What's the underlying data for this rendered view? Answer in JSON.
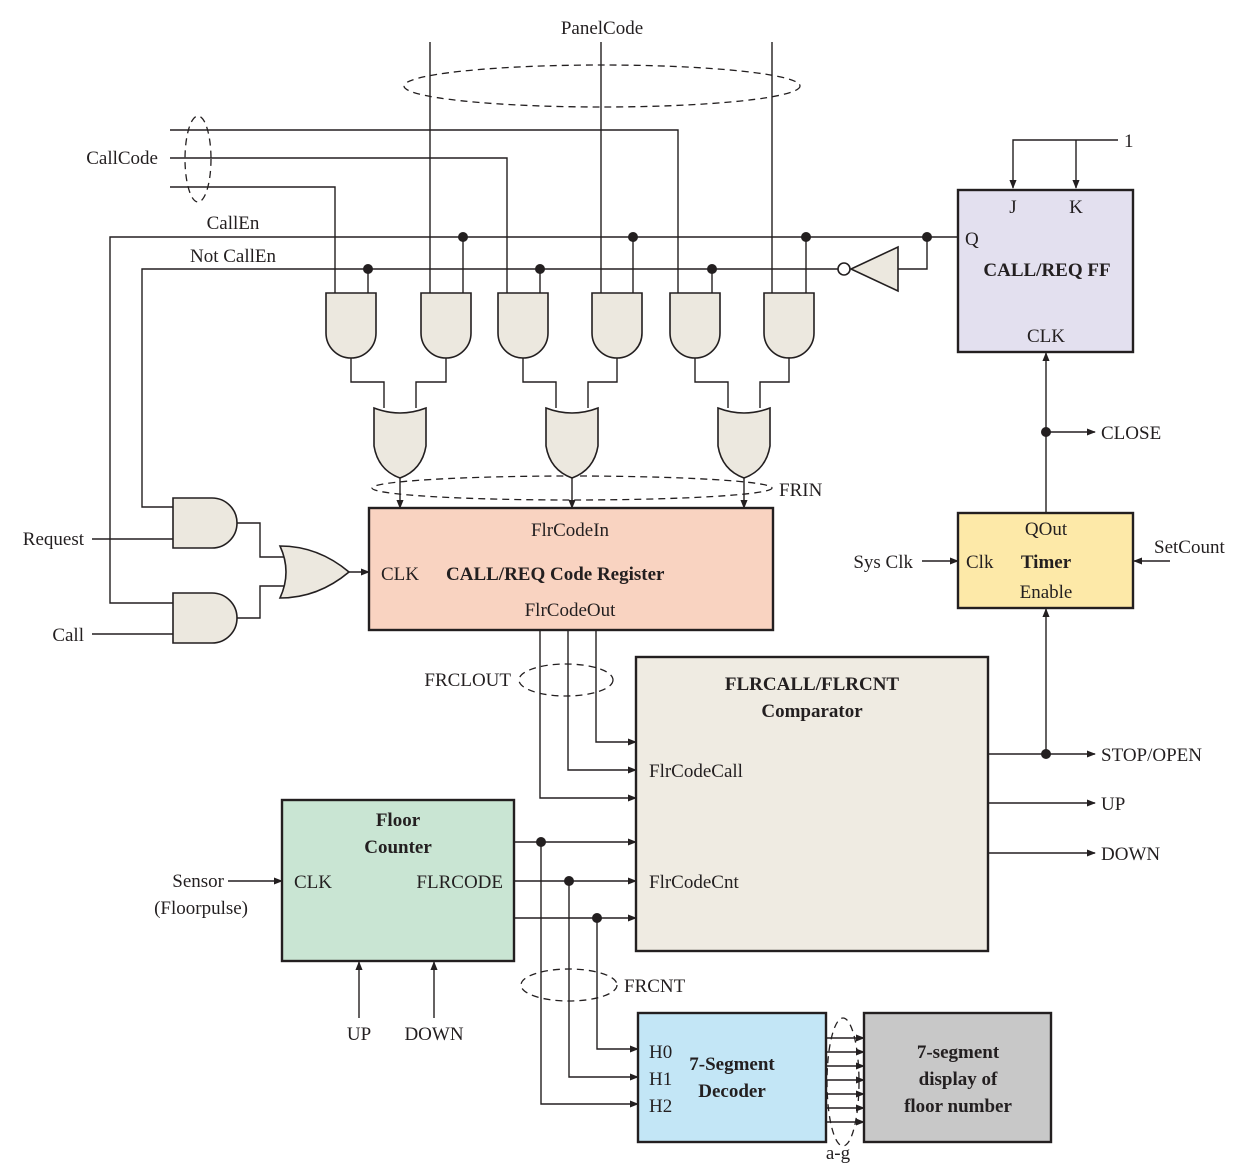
{
  "diagram": {
    "colors": {
      "ff_fill": "#e3e0ef",
      "reg_fill": "#f9d3c1",
      "timer_fill": "#fde9a8",
      "comparator_fill": "#efebe2",
      "counter_fill": "#c9e5d3",
      "decoder_fill": "#c3e6f6",
      "display_fill": "#c8c8c8",
      "gate_fill": "#ece8df",
      "line": "#231f20"
    },
    "inputs": {
      "panel_code": "PanelCode",
      "call_code": "CallCode",
      "call_en": "CallEn",
      "not_call_en": "Not CallEn",
      "request": "Request",
      "call": "Call",
      "one": "1",
      "sys_clk": "Sys Clk",
      "set_count": "SetCount",
      "sensor": "Sensor",
      "sensor_sub": "(Floorpulse)",
      "up_in": "UP",
      "down_in": "DOWN"
    },
    "buses": {
      "frin": "FRIN",
      "frclout": "FRCLOUT",
      "frcnt": "FRCNT",
      "a_g": "a-g"
    },
    "outputs": {
      "close": "CLOSE",
      "stop_open": "STOP/OPEN",
      "up": "UP",
      "down": "DOWN"
    },
    "blocks": {
      "ff": {
        "title": "CALL/REQ FF",
        "j": "J",
        "k": "K",
        "q": "Q",
        "clk": "CLK"
      },
      "register": {
        "title": "CALL/REQ Code Register",
        "clk": "CLK",
        "in": "FlrCodeIn",
        "out": "FlrCodeOut"
      },
      "timer": {
        "title": "Timer",
        "qout": "QOut",
        "clk": "Clk",
        "enable": "Enable"
      },
      "comparator": {
        "title1": "FLRCALL/FLRCNT",
        "title2": "Comparator",
        "call": "FlrCodeCall",
        "cnt": "FlrCodeCnt"
      },
      "counter": {
        "title1": "Floor",
        "title2": "Counter",
        "clk": "CLK",
        "code": "FLRCODE"
      },
      "decoder": {
        "title1": "7-Segment",
        "title2": "Decoder",
        "h0": "H0",
        "h1": "H1",
        "h2": "H2"
      },
      "display": {
        "line1": "7-segment",
        "line2": "display of",
        "line3": "floor number"
      }
    }
  }
}
